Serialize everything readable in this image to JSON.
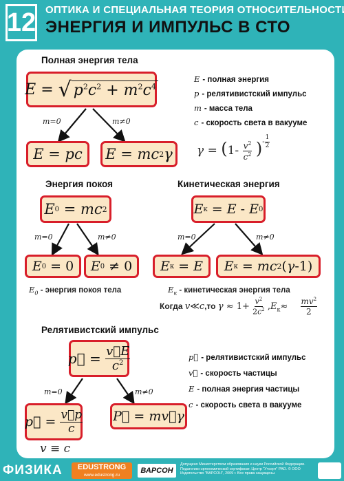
{
  "header": {
    "number": "12",
    "section": "ОПТИКА И СПЕЦИАЛЬНАЯ ТЕОРИЯ ОТНОСИТЕЛЬНОСТИ",
    "title": "ЭНЕРГИЯ И ИМПУЛЬС В СТО"
  },
  "total_energy": {
    "heading": "Полная энергия тела",
    "cond_zero": "m=0",
    "cond_nonzero": "m≠0",
    "legend": [
      {
        "sym": "E",
        "text": "- полная энергия"
      },
      {
        "sym": "p",
        "text": "- релятивистский импульс"
      },
      {
        "sym": "m",
        "text": "- масса тела"
      },
      {
        "sym": "c",
        "text": "- скорость света в вакууме"
      }
    ]
  },
  "rest_energy": {
    "heading": "Энергия покоя",
    "cond_zero": "m=0",
    "cond_nonzero": "m≠0",
    "note_text": "- энергия покоя тела"
  },
  "kinetic_energy": {
    "heading": "Кинетическая энергия",
    "cond_zero": "m=0",
    "cond_nonzero": "m≠0",
    "note_text": "- кинетическая энергия тела",
    "when": "Когда",
    "to": ",то"
  },
  "momentum": {
    "heading": "Релятивистский импульс",
    "cond_zero": "m=0",
    "cond_nonzero": "m≠0",
    "legend": [
      {
        "sym": "p⃗",
        "text": "- релятивистский импульс"
      },
      {
        "sym": "v⃗",
        "text": "- скорость частицы"
      },
      {
        "sym": "E",
        "text": "- полная энергия частицы"
      },
      {
        "sym": "c",
        "text": "- скорость света в вакууме"
      }
    ],
    "footnote": "v ≡ c"
  },
  "footer": {
    "subject": "ФИЗИКА",
    "brand": "EDUSTRONG",
    "brand_url": "www.edustrong.ru",
    "logo": "ВАРСОН",
    "fineprint": "Допущено Министерством образования и науки Российской Федерации. Педагогико-эргономический сертификат. Центр \"Учсерт\" РАО. © ООО Издательство \"ВАРСОН\", 2009 г. Все права защищены."
  },
  "colors": {
    "accent": "#2fb3b8",
    "box_border": "#d81e2a",
    "box_fill": "#fbe7c6"
  }
}
